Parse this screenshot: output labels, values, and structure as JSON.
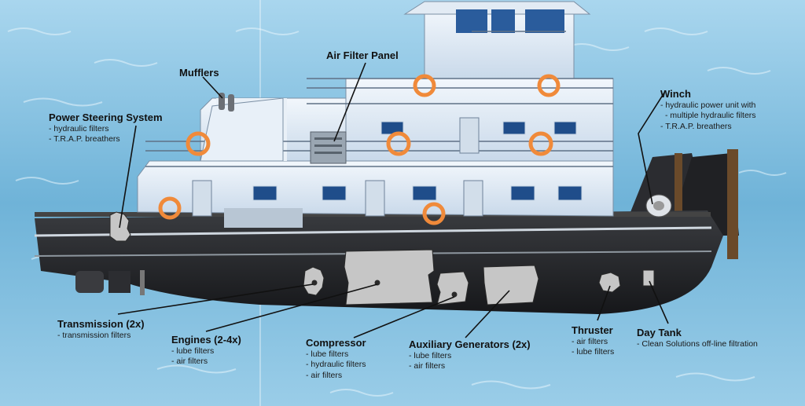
{
  "callouts": {
    "power_steering": {
      "title": "Power Steering System",
      "items": [
        "hydraulic filters",
        "T.R.A.P. breathers"
      ]
    },
    "mufflers": {
      "title": "Mufflers",
      "items": []
    },
    "air_filter_panel": {
      "title": "Air Filter Panel",
      "items": []
    },
    "winch": {
      "title": "Winch",
      "items": [
        "hydraulic power unit with",
        "multiple hydraulic filters",
        "T.R.A.P. breathers"
      ]
    },
    "transmission": {
      "title": "Transmission (2x)",
      "items": [
        "transmission filters"
      ]
    },
    "engines": {
      "title": "Engines (2-4x)",
      "items": [
        "lube filters",
        "air filters"
      ]
    },
    "compressor": {
      "title": "Compressor",
      "items": [
        "lube filters",
        "hydraulic filters",
        "air filters"
      ]
    },
    "aux_generators": {
      "title": "Auxiliary Generators (2x)",
      "items": [
        "lube filters",
        "air filters"
      ]
    },
    "thruster": {
      "title": "Thruster",
      "items": [
        "air filters",
        "lube filters"
      ]
    },
    "day_tank": {
      "title": "Day Tank",
      "items": [
        "Clean Solutions off-line filtration"
      ]
    }
  },
  "colors": {
    "water": "#6fb3d8",
    "water_light": "#cfe8f4",
    "hull": "#1e1f22",
    "superstructure": "#dce8f5",
    "component": "#c6c6c6",
    "life_ring": "#f08a3a"
  }
}
